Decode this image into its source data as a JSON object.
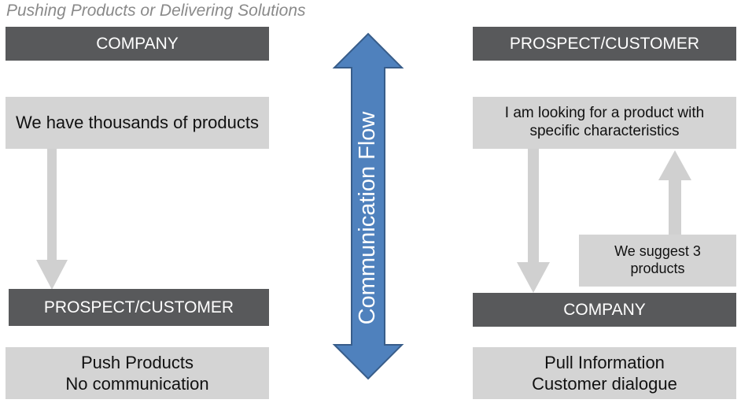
{
  "title": "Pushing Products or Delivering Solutions",
  "left": {
    "header": "COMPANY",
    "statement": "We have thousands of products",
    "bottom_header": "PROSPECT/CUSTOMER",
    "summary": [
      "Push Products",
      "No communication"
    ]
  },
  "center": {
    "label": "Communication Flow"
  },
  "right": {
    "header": "PROSPECT/CUSTOMER",
    "request": "I am looking for a product with specific characteristics",
    "reply": "We suggest 3 products",
    "bottom_header": "COMPANY",
    "summary": [
      "Pull Information",
      "Customer dialogue"
    ]
  },
  "colors": {
    "dark_box": "#58595b",
    "light_box": "#d4d4d4",
    "light_arrow": "#d0d0d0",
    "flow_arrow_fill": "#4f81bd",
    "flow_arrow_border": "#385d8a",
    "title_text": "#8a8a8a"
  }
}
